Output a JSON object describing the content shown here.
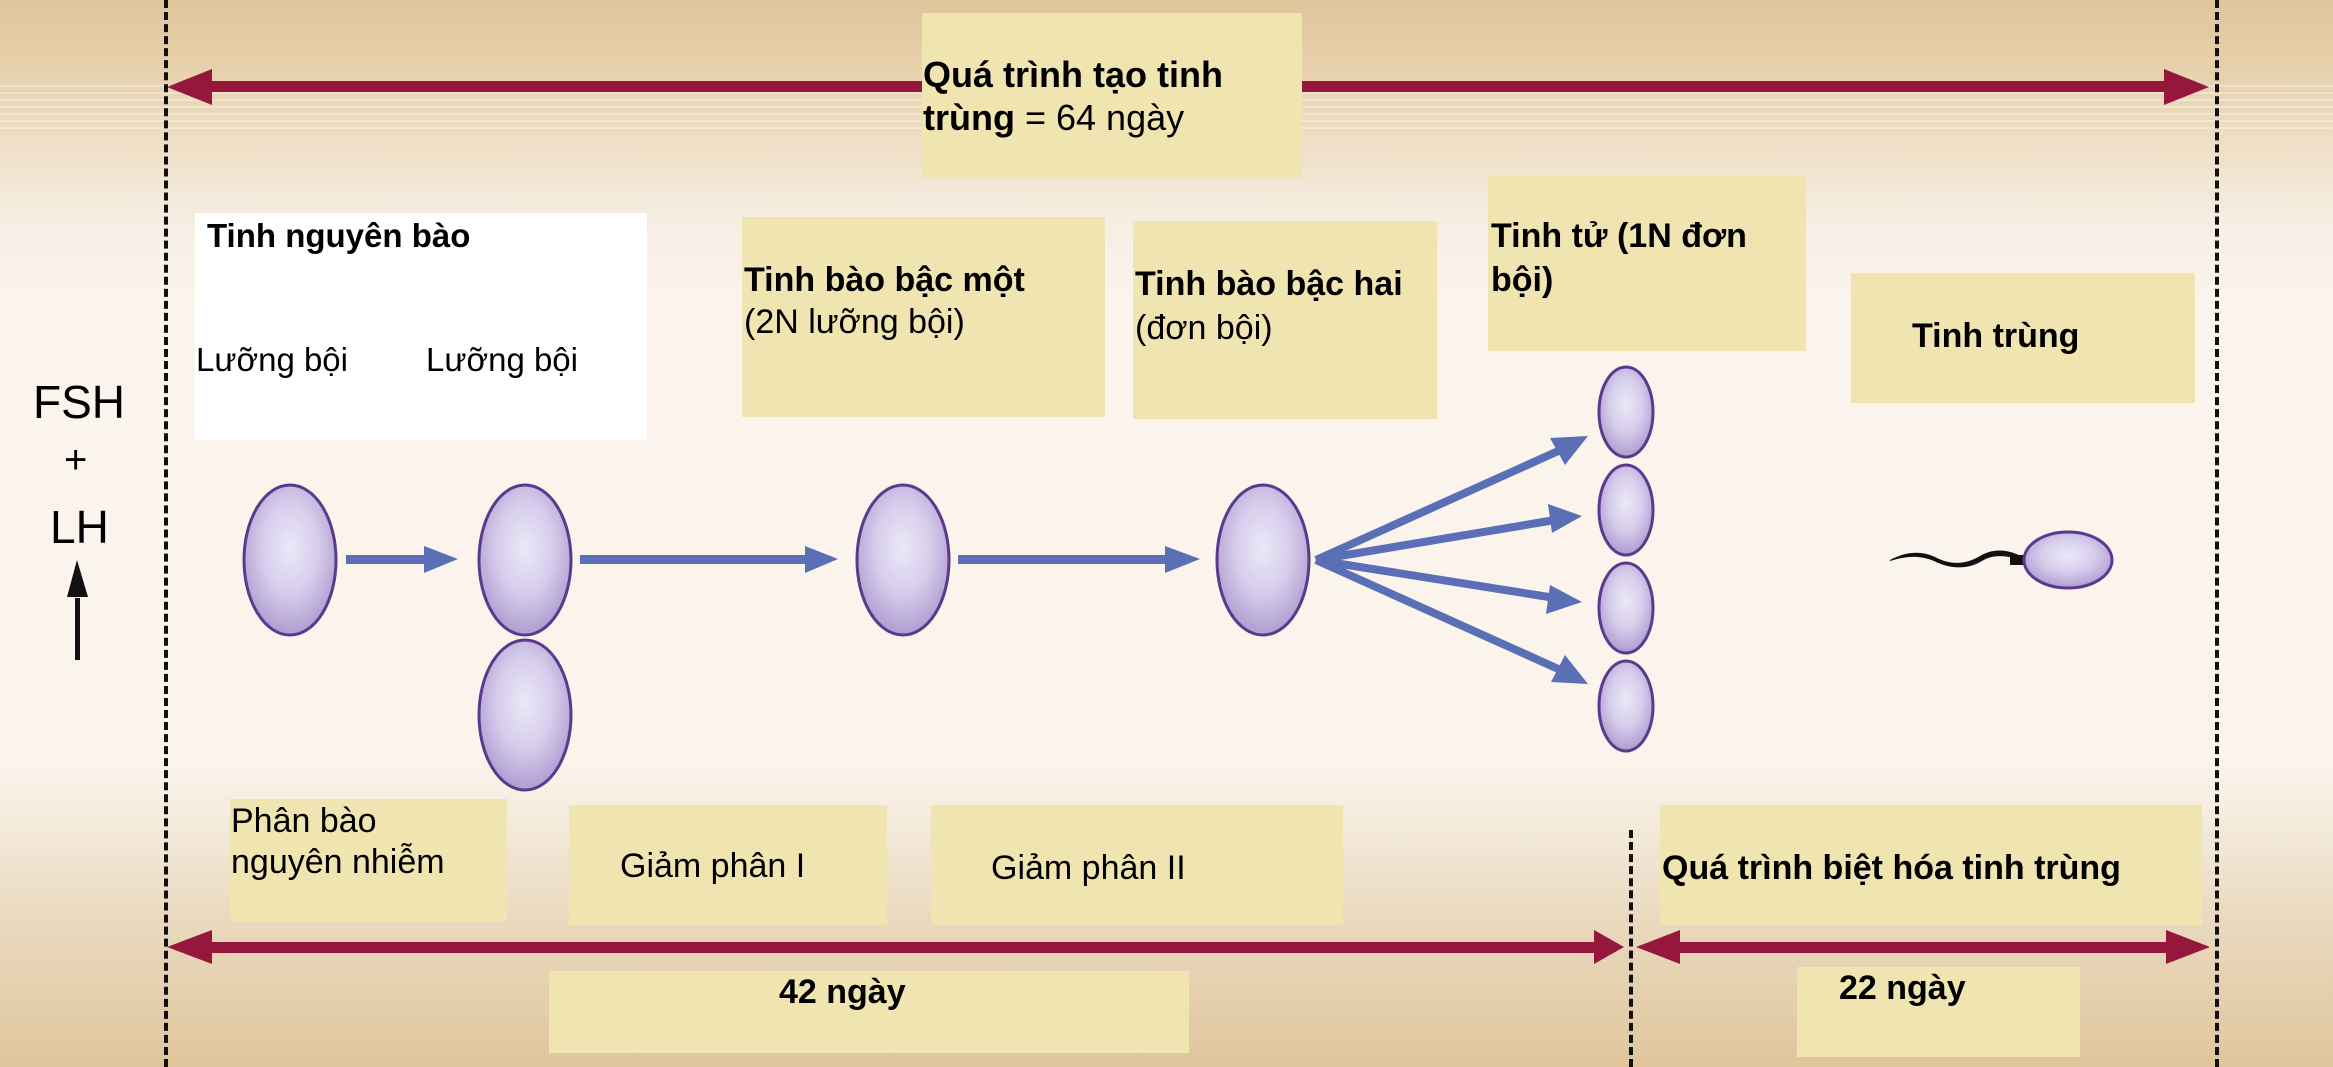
{
  "colors": {
    "timeline_arrow": "#96173c",
    "flow_arrow": "#5a6fb5",
    "cell_stroke": "#5a3a8c",
    "cell_fill_center": "#ebe8f6",
    "cell_fill_edge": "#b7a5d6",
    "label_box": "#f0e4b1"
  },
  "hormone": {
    "line1": "FSH",
    "line2": "+",
    "line3": "LH",
    "arrow_icon": "arrow-up-icon"
  },
  "top_timeline": {
    "title_bold": "Quá trình tạo tinh",
    "title_bold_2": "trùng",
    "title_rest": " = 64 ngày"
  },
  "stages": {
    "spermatogonia": {
      "title": "Tinh nguyên bào",
      "ploidy_left": "Lưỡng bội",
      "ploidy_right": "Lưỡng bội"
    },
    "primary_spermatocyte": {
      "title": "Tinh bào bậc một",
      "subtitle": "(2N lưỡng bội)"
    },
    "secondary_spermatocyte": {
      "title": "Tinh bào bậc hai",
      "subtitle": "(đơn bội)"
    },
    "spermatid": {
      "title_line1": "Tinh tử (1N đơn",
      "title_line2": "bội)"
    },
    "sperm": {
      "title": "Tinh trùng"
    }
  },
  "phases": {
    "mitosis_line1": "Phân bào",
    "mitosis_line2": "nguyên nhiễm",
    "meiosis1": "Giảm phân I",
    "meiosis2": "Giảm phân II",
    "spermiogenesis": "Quá trình biệt hóa tinh trùng"
  },
  "durations": {
    "left": "42 ngày",
    "right": "22 ngày"
  }
}
